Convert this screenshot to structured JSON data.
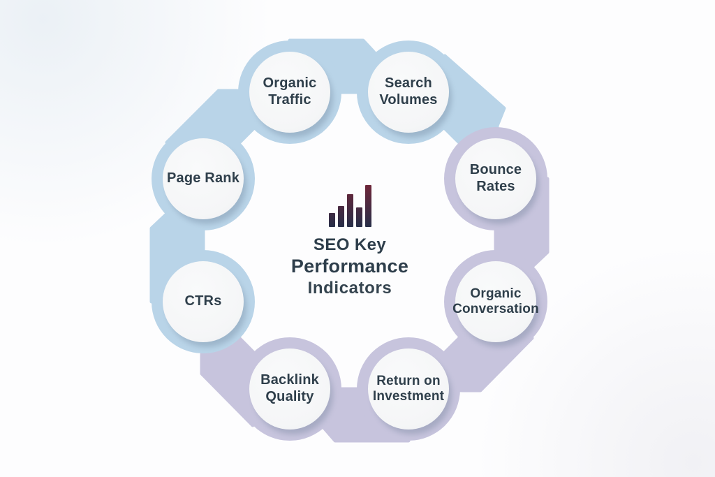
{
  "diagram": {
    "center": {
      "icon": "bar-chart-icon",
      "bar_heights": [
        20,
        30,
        47,
        28,
        60
      ],
      "title_lines": [
        "SEO Key",
        "Performance",
        "Indicators"
      ]
    },
    "items": [
      {
        "label": "Organic Traffic",
        "group": "blue"
      },
      {
        "label": "Search Volumes",
        "group": "blue"
      },
      {
        "label": "Bounce Rates",
        "group": "purple"
      },
      {
        "label": "Organic Conversation",
        "group": "purple"
      },
      {
        "label": "Return on Investment",
        "group": "purple"
      },
      {
        "label": "Backlink Quality",
        "group": "purple"
      },
      {
        "label": "CTRs",
        "group": "blue"
      },
      {
        "label": "Page Rank",
        "group": "blue"
      }
    ],
    "colors": {
      "band_blue": "#b9d4e8",
      "band_lavender": "#c7c4dd",
      "circle_fill": "#f6f7f8",
      "label_text": "#2f3f4b",
      "bar_gradient_top": "#6e2639",
      "bar_gradient_bottom": "#272e48"
    }
  }
}
